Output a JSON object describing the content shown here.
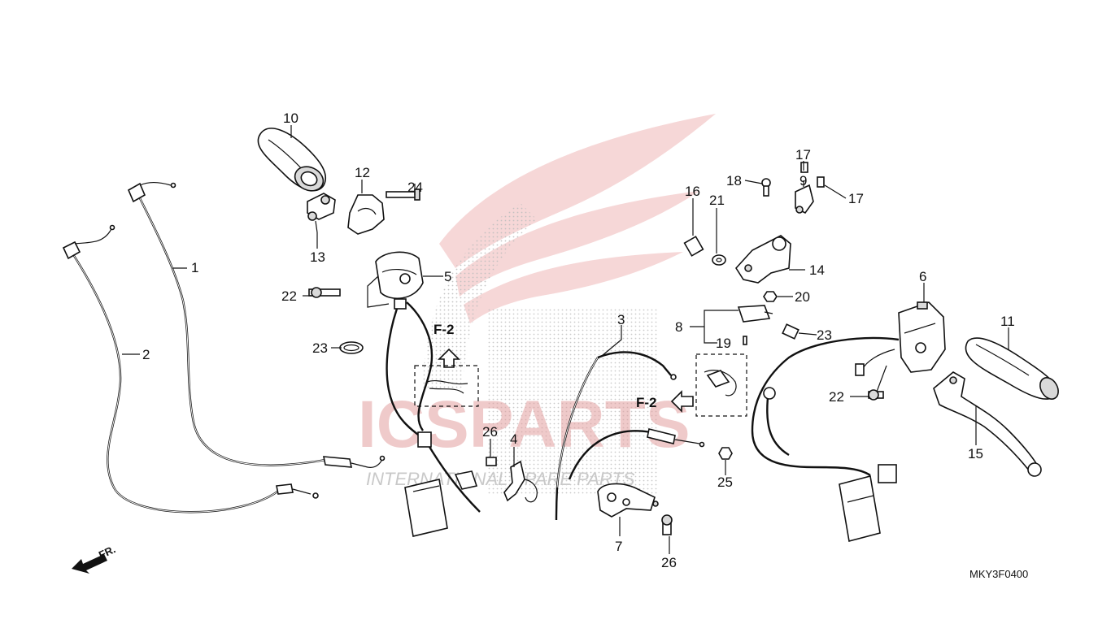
{
  "diagram": {
    "code": "MKY3F0400",
    "watermark": {
      "brand": "ICSPARTS",
      "tagline": "INTERNATIONAL SPARE PARTS"
    },
    "view_ref_left": "F-2",
    "view_ref_right": "F-2",
    "direction": "FR.",
    "callouts": [
      "1",
      "2",
      "3",
      "4",
      "5",
      "6",
      "7",
      "8",
      "9",
      "10",
      "11",
      "12",
      "13",
      "14",
      "15",
      "16",
      "17",
      "17",
      "18",
      "19",
      "20",
      "21",
      "22",
      "22",
      "23",
      "23",
      "24",
      "25",
      "26",
      "26"
    ]
  }
}
